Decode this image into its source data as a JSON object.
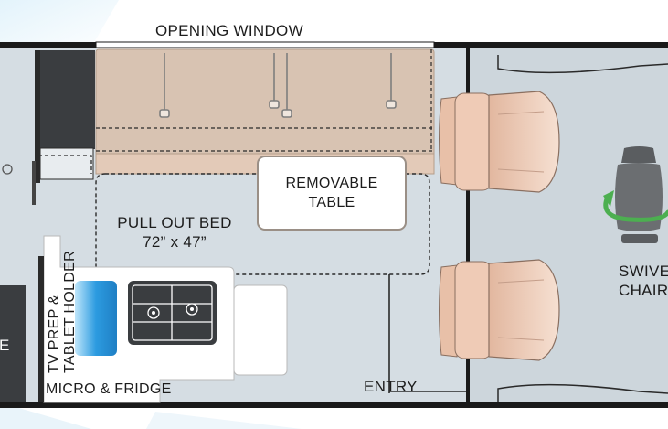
{
  "labels": {
    "opening_window": "OPENING WINDOW",
    "removable_table_line1": "REMOVABLE",
    "removable_table_line2": "TABLE",
    "pull_out_bed_line1": "PULL OUT BED",
    "pull_out_bed_line2": "72” x 47”",
    "tv_prep_line1": "TV PREP &",
    "tv_prep_line2": "TABLET HOLDER",
    "micro_fridge": "MICRO & FRIDGE",
    "entry": "ENTRY",
    "swivel_line1": "SWIVE",
    "swivel_line2": "CHAIR",
    "left_edge_fragment": "E"
  },
  "colors": {
    "floor": "#d5dde3",
    "sofa": "#d8c3b2",
    "seat": "#f2d8c8",
    "swivel_arrow": "#4caf50",
    "tv_screen": "#2c9be0",
    "wall": "#1a1a1a"
  }
}
